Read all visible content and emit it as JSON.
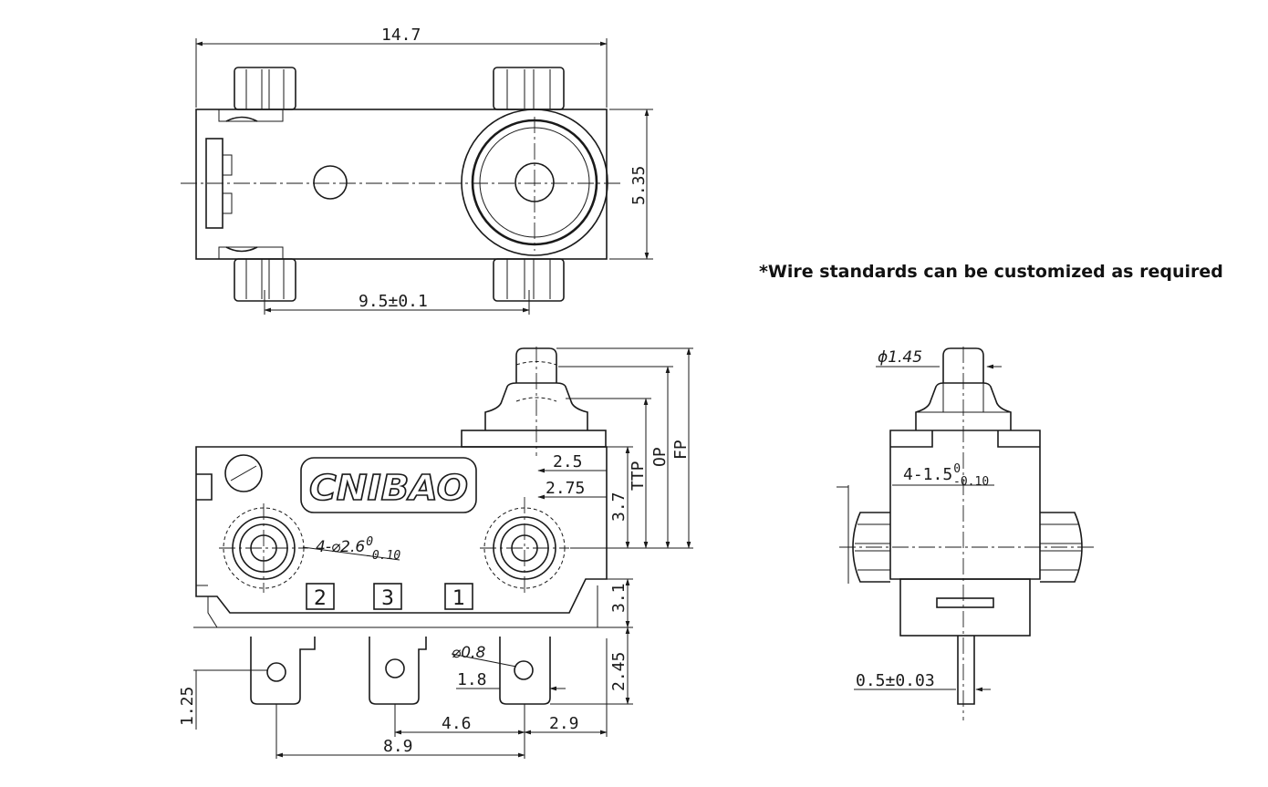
{
  "note": "*Wire standards can be customized as required",
  "logo": "CNIBAO",
  "top_view": {
    "dim_width": "14.7",
    "dim_height": "5.35",
    "dim_mount": "9.5±0.1"
  },
  "front_view": {
    "dim_2_5": "2.5",
    "dim_2_75": "2.75",
    "dim_3_7": "3.7",
    "dim_3_1": "3.1",
    "dim_2_45": "2.45",
    "dim_ttp": "TTP",
    "dim_op": "OP",
    "dim_fp": "FP",
    "hole_prefix": "4-⌀2.6",
    "hole_tol_upper": "0",
    "hole_tol_lower": "-0.10",
    "terminal_hole": "⌀0.8",
    "dim_1_8": "1.8",
    "dim_1_25": "1.25",
    "dim_4_6": "4.6",
    "dim_2_9": "2.9",
    "dim_8_9": "8.9",
    "terminals": [
      "2",
      "3",
      "1"
    ]
  },
  "side_view": {
    "plunger_dia": "ϕ1.45",
    "hole_prefix": "4-1.5",
    "hole_tol_upper": "0",
    "hole_tol_lower": "-0.10",
    "lead_thickness": "0.5±0.03"
  }
}
